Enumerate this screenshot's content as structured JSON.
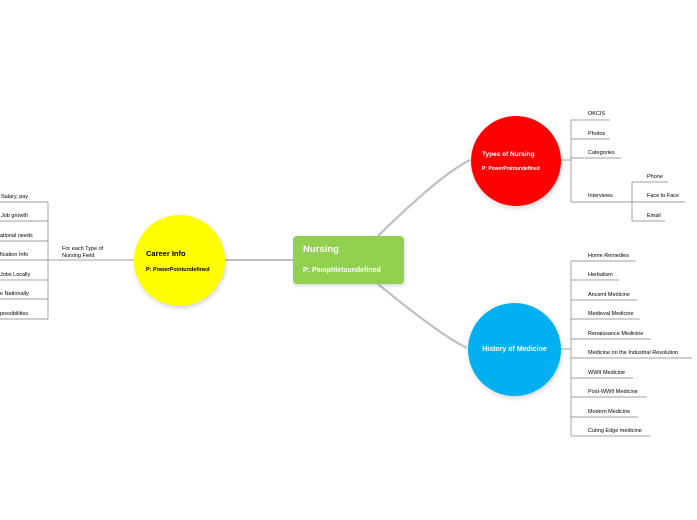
{
  "central": {
    "title": "Nursing",
    "subtitle": "P: Pamphletsundefined"
  },
  "career": {
    "title": "Career Info",
    "subtitle": "P: PowerPointundefined",
    "label": "For each Type of Nursing Field",
    "children": [
      "Salary, pay",
      "Job growth",
      "ational needs",
      "fication Info",
      "Jobs Locally",
      "e Nationally",
      "possibilities"
    ]
  },
  "types": {
    "title": "Types of Nursing",
    "subtitle": "P: PowerPointundefined",
    "children": [
      "OKCIS",
      "Photos",
      "Categories",
      "Interviews"
    ],
    "interviews": [
      "Phone",
      "Face to Face",
      "Email"
    ]
  },
  "history": {
    "title": "History of Medicine",
    "children": [
      "Home Remedies",
      "Herbalism",
      "Ancient Medicine",
      "Medieval Medicine",
      "Renaissance Medicine",
      "Medicine on the Industrial Revolution",
      "WWII Medicine",
      "Post-WWII Medicine",
      "Modern Medicine",
      "Cuting Edge medicine"
    ]
  },
  "colors": {
    "central": "#92d050",
    "career": "#ffff00",
    "types": "#ff0000",
    "history": "#00b0f0",
    "line": "#c0c0c0"
  }
}
